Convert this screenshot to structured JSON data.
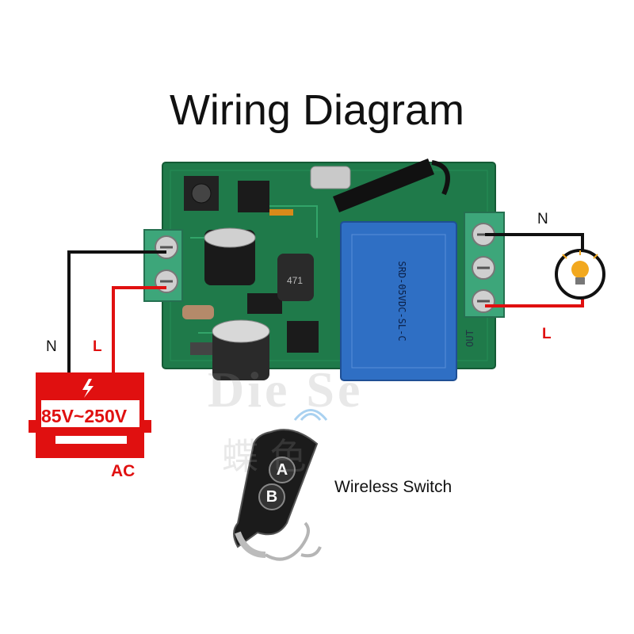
{
  "title": "Wiring Diagram",
  "labels": {
    "neutral_power": "N",
    "live_power": "L",
    "neutral_load": "N",
    "live_load": "L",
    "out": "OUT"
  },
  "power_supply": {
    "voltage": "85V~250V",
    "type": "AC"
  },
  "remote": {
    "caption": "Wireless Switch",
    "button_a": "A",
    "button_b": "B"
  },
  "watermark": {
    "text_latin": "Die Se",
    "text_cjk": "蝶 色"
  },
  "colors": {
    "wire_neutral": "#111111",
    "wire_live": "#e01010",
    "pcb": "#1f7a4a",
    "terminal": "#3da67a",
    "relay": "#2f6fc4",
    "power_box": "#e01010",
    "bulb": "#f2a81e"
  }
}
